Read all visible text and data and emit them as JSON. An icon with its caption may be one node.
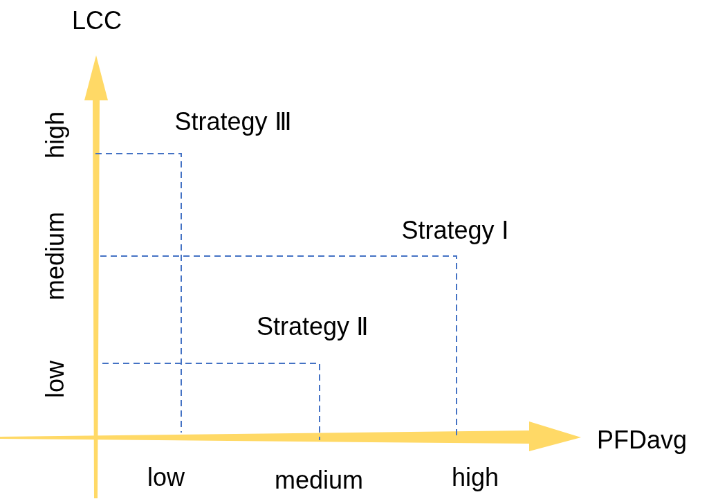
{
  "diagram": {
    "labels": [
      "LCC",
      "high",
      "Strategy Ⅲ",
      "medium",
      "Strategy Ⅰ",
      "Strategy Ⅱ",
      "low",
      "PFDavg",
      "low",
      "medium",
      "high"
    ]
  }
}
